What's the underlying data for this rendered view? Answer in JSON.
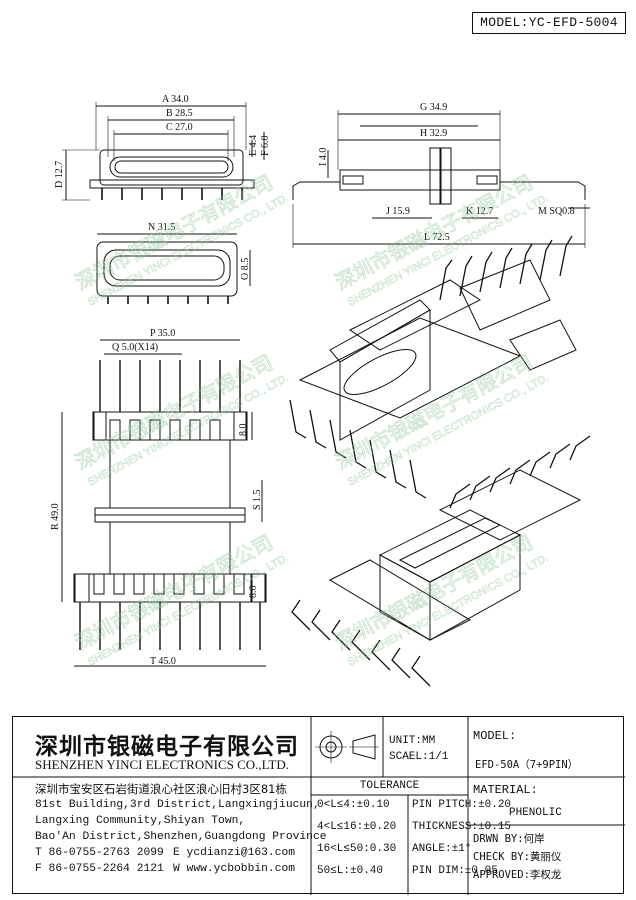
{
  "model_top": "MODEL:YC-EFD-5004",
  "watermark": {
    "cn": "深圳市银磁电子有限公司",
    "en": "SHENZHEN YINCI ELECTRONICS CO., LTD."
  },
  "dims": {
    "a": "A 34.0",
    "b": "B 28.5",
    "c": "C 27.0",
    "d": "D 12.7",
    "e": "E 4.4",
    "f": "F 6.0",
    "g": "G 34.9",
    "h": "H 32.9",
    "i": "I 4.0",
    "j": "J 15.9",
    "k": "K 12.7",
    "l": "L 72.5",
    "m": "M SQ0.8",
    "n": "N 31.5",
    "o": "O 8.5",
    "p": "P 35.0",
    "q": "Q 5.0(X14)",
    "r": "R 49.0",
    "s": "S 1.5",
    "t": "T 45.0",
    "h8a": "8.0",
    "h8b": "8.0"
  },
  "title_block": {
    "company_cn": "深圳市银磁电子有限公司",
    "company_en": "SHENZHEN YINCI ELECTRONICS CO.,LTD.",
    "address_cn": "深圳市宝安区石岩街道浪心社区浪心旧村3区81栋",
    "address_en_1": "81st Building,3rd District,Langxingjiucun,",
    "address_en_2": "Langxing Community,Shiyan Town,",
    "address_en_3": "Bao'An District,Shenzhen,Guangdong Province",
    "tel": "T 86-0755-2763 2099",
    "email": "E ycdianzi@163.com",
    "fax": "F 86-0755-2264 2121",
    "web": "W www.ycbobbin.com",
    "unit": "UNIT:MM",
    "scale": "SCAEL:1/1",
    "model_label": "MODEL:",
    "model_value": "EFD-50A（7+9PIN）",
    "tolerance_label": "TOLERANCE",
    "tolerance_rows": [
      {
        "range": "0<L≤4:±0.10",
        "spec": "PIN PITCH:±0.20"
      },
      {
        "range": "4<L≤16:±0.20",
        "spec": "THICKNESS:±0.15"
      },
      {
        "range": "16<L≤50:0.30",
        "spec": "ANGLE:±1°"
      },
      {
        "range": "50≤L:±0.40",
        "spec": "PIN DIM:±0.05"
      }
    ],
    "material_label": "MATERIAL:",
    "material_value": "PHENOLIC",
    "drawn_by": "DRWN BY:何岸",
    "check_by": "CHECK BY:黄丽仪",
    "approved": "APPROVED:李权龙"
  }
}
